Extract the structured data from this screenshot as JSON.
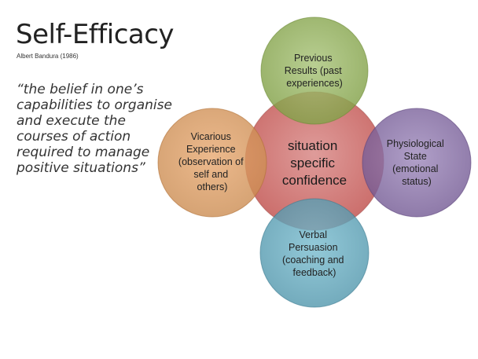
{
  "title": "Self-Efficacy",
  "subtitle": "Albert Bandura (1986)",
  "quote": "“the belief in one’s capabilities to organise and execute the courses of action required to manage positive situations”",
  "diagram": {
    "center": {
      "lines": [
        "situation",
        "specific",
        "confidence"
      ],
      "fill": "#c0504d"
    },
    "top": {
      "lines": [
        "Previous",
        "Results (past",
        "experiences)"
      ],
      "fill": "#9bbb59"
    },
    "left": {
      "lines": [
        "Vicarious",
        "Experience",
        "(observation of",
        "self and",
        "others)"
      ],
      "fill": "#f79646"
    },
    "right": {
      "lines": [
        "Physiological",
        "State",
        "(emotional",
        "status)"
      ],
      "fill": "#8064a2"
    },
    "bottom": {
      "lines": [
        "Verbal",
        "Persuasion",
        "(coaching and",
        "feedback)"
      ],
      "fill": "#4bacc6"
    }
  }
}
